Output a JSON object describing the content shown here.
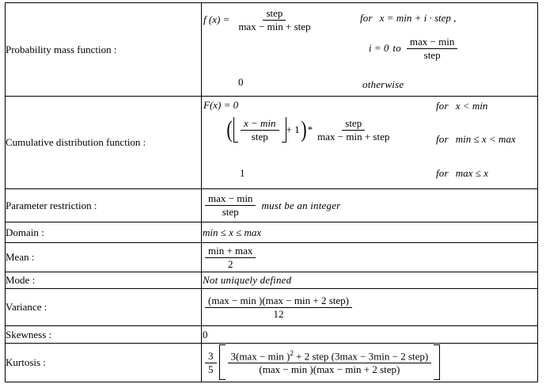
{
  "document": {
    "title": "Discrete uniform (step) distribution properties table",
    "background_color": "#ffffff",
    "text_color": "#000000",
    "border_color": "#000000"
  },
  "table": {
    "rows": [
      {
        "label": "Probability mass function :",
        "formula_type": "pmf",
        "parts": {
          "fx": "f (x) =",
          "num": "step",
          "den": "max − min  + step",
          "zero": "0",
          "cond1_for": "for",
          "cond1_expr": "x = min  + i · step ,",
          "cond2_lead": "i = 0",
          "cond2_to": "to",
          "cond2_num": "max − min",
          "cond2_den": "step",
          "cond3": "otherwise"
        }
      },
      {
        "label": "Cumulative distribution function :",
        "formula_type": "cdf",
        "parts": {
          "fx_zero": "F(x) = 0",
          "floor_num": "x − min",
          "floor_den": "step",
          "plus_one": "+ 1",
          "times": "*",
          "frac_num": "step",
          "frac_den": "max − min  + step",
          "one": "1",
          "cond1_for": "for",
          "cond1_expr": "x < min",
          "cond2_for": "for",
          "cond2_expr": "min  ≤ x < max",
          "cond3_for": "for",
          "cond3_expr": "max ≤ x"
        }
      },
      {
        "label": "Parameter restriction :",
        "formula_type": "param",
        "parts": {
          "num": "max − min",
          "den": "step",
          "text": "must be an integer"
        }
      },
      {
        "label": "Domain :",
        "formula_type": "plain",
        "parts": {
          "text": "min  ≤ x ≤ max"
        }
      },
      {
        "label": "Mean :",
        "formula_type": "fraction",
        "parts": {
          "num": "min  + max",
          "den": "2"
        }
      },
      {
        "label": "Mode :",
        "formula_type": "italic",
        "parts": {
          "text": "Not uniquely defined"
        }
      },
      {
        "label": "Variance :",
        "formula_type": "fraction",
        "parts": {
          "num": "(max − min )(max − min  + 2 step)",
          "den": "12"
        }
      },
      {
        "label": "Skewness :",
        "formula_type": "plain",
        "parts": {
          "text": "0"
        }
      },
      {
        "label": "Kurtosis :",
        "formula_type": "kurtosis",
        "parts": {
          "lead_num": "3",
          "lead_den": "5",
          "num_a": "3(max − min )",
          "num_sup": "2",
          "num_b": "+ 2 step (3max − 3min  − 2 step)",
          "den": "(max − min )(max − min  + 2 step)"
        }
      }
    ]
  }
}
